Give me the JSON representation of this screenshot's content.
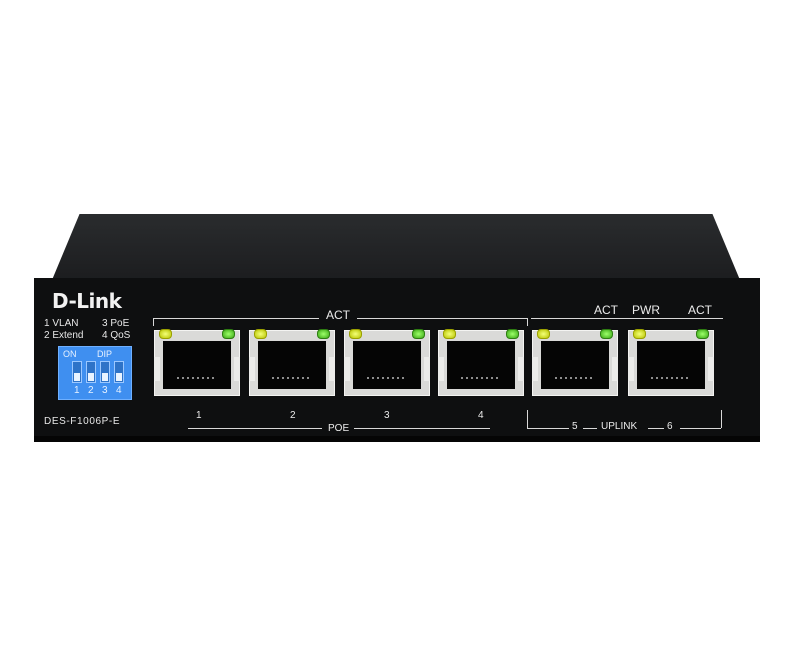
{
  "device": {
    "brand": "D-Link",
    "model": "DES-F1006P-E",
    "dip_legend": {
      "line1_left": "1 VLAN",
      "line1_right": "3 PoE",
      "line2_left": "2 Extend",
      "line2_right": "4 QoS"
    },
    "dip_switch": {
      "on_label": "ON",
      "dip_label": "DIP",
      "numbers": [
        "1",
        "2",
        "3",
        "4"
      ]
    },
    "poe_group": {
      "act_label": "ACT",
      "bottom_label": "POE",
      "port_numbers": [
        "1",
        "2",
        "3",
        "4"
      ]
    },
    "uplink_group": {
      "act_left": "ACT",
      "pwr": "PWR",
      "act_right": "ACT",
      "left_number": "5",
      "label": "UPLINK",
      "right_number": "6"
    },
    "colors": {
      "chassis": "#0e0f10",
      "dip": "#3f8ff0",
      "led_yellow": "#d8e230",
      "led_green": "#5fd32a"
    }
  }
}
